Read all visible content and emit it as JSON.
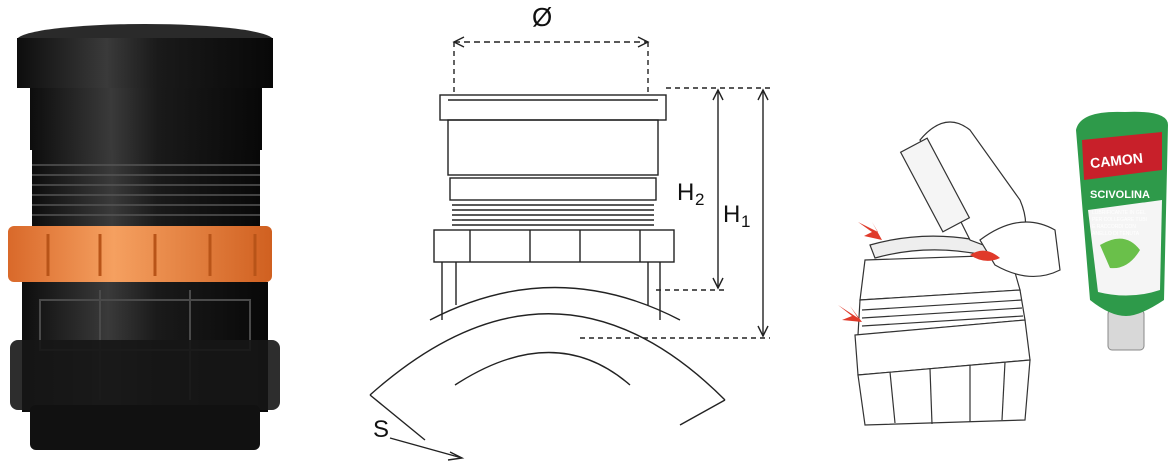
{
  "drawing": {
    "diameter_label": "Ø",
    "h2_label": "H",
    "h2_sub": "2",
    "h1_label": "H",
    "h1_sub": "1",
    "s_label": "S"
  },
  "tube": {
    "brand": "CAMON",
    "product": "SCIVOLINA",
    "desc_lines": [
      "LUBRIFICANTE IN GEL",
      "PER COLLEGARE TUBI",
      "E RACCORDI CON",
      "ANELLO DI TENUTA"
    ]
  },
  "colors": {
    "orange_ring": "#f08a3c",
    "arrow_red": "#e03a2a",
    "tube_green": "#2e9a4a",
    "tube_red": "#c8202a"
  }
}
